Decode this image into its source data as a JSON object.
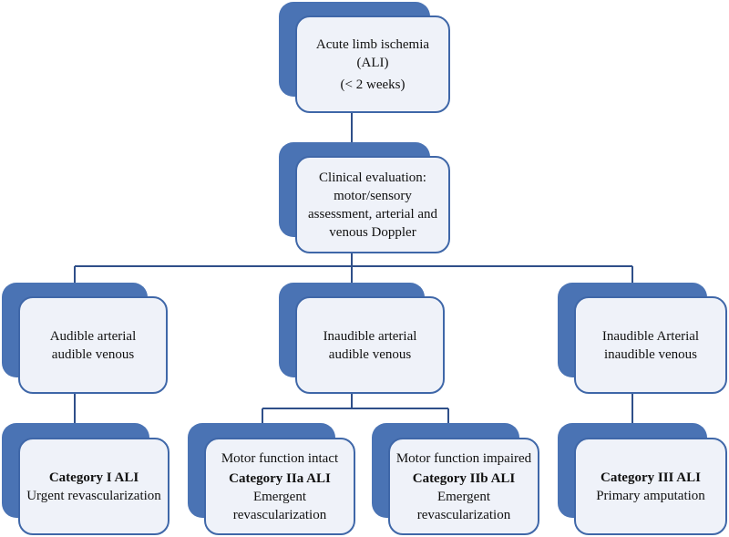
{
  "diagram": {
    "nodes": {
      "ali": {
        "line1": "Acute limb ischemia",
        "line2": "(ALI)",
        "line3": "(< 2 weeks)"
      },
      "clinical": {
        "line1": "Clinical evaluation:",
        "line2": "motor/sensory",
        "line3": "assessment, arterial and",
        "line4": "venous Doppler"
      },
      "audible": {
        "line1": "Audible arterial",
        "line2": "audible venous"
      },
      "inaudible_art": {
        "line1": "Inaudible arterial",
        "line2": "audible venous"
      },
      "inaudible_both": {
        "line1": "Inaudible Arterial",
        "line2": "inaudible venous"
      },
      "cat1": {
        "title": "Category  I ALI",
        "line1": "Urgent revascularization"
      },
      "cat2a": {
        "pre": "Motor function intact",
        "title": "Category  IIa ALI",
        "line1": "Emergent",
        "line2": "revascularization"
      },
      "cat2b": {
        "pre": "Motor function impaired",
        "title": "Category  IIb ALI",
        "line1": "Emergent",
        "line2": "revascularization"
      },
      "cat3": {
        "title": "Category  III ALI",
        "line1": "Primary amputation"
      }
    },
    "colors": {
      "back": "#4a73b4",
      "front": "#eff2f9",
      "border": "#3f67a8",
      "connector": "#2f4f89"
    }
  }
}
